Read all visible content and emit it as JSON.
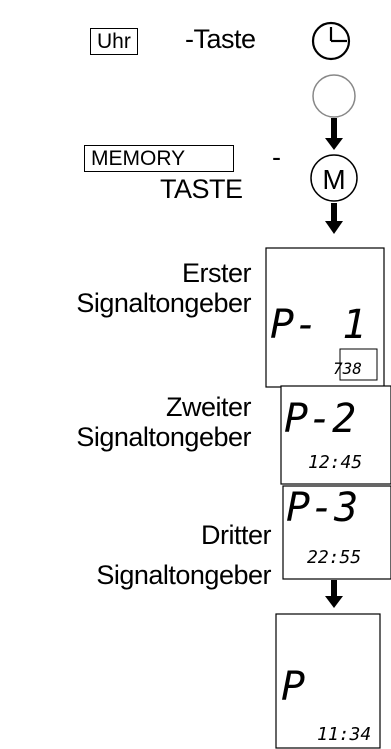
{
  "uhr_key": {
    "box_text": "Uhr",
    "suffix": "-Taste"
  },
  "memory_key": {
    "box_text": "MEMORY",
    "dash": "-",
    "line2": "TASTE",
    "button_letter": "M"
  },
  "labels": {
    "first": [
      "Erster",
      "Signaltongeber"
    ],
    "second": [
      "Zweiter",
      "Signaltongeber"
    ],
    "third": [
      "Dritter",
      "Signaltongeber"
    ]
  },
  "displays": {
    "first": {
      "main": "P- 1",
      "sub": "738"
    },
    "second": {
      "main": "P-2",
      "sub": "12:45"
    },
    "third": {
      "main": "P-3",
      "sub": "22:55"
    },
    "final": {
      "main": "P",
      "sub": "11:34"
    }
  },
  "icons": [
    "clock-icon",
    "circle-button-icon",
    "memory-button-icon",
    "arrow-down-icon"
  ]
}
